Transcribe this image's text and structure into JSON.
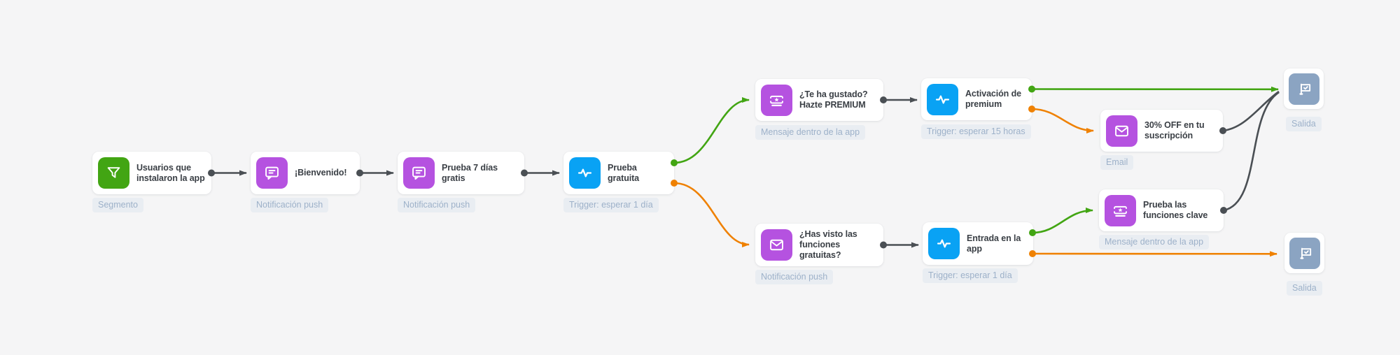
{
  "canvas": {
    "background": "#f5f5f6",
    "card_background": "#ffffff"
  },
  "colors": {
    "segment_green": "#42a513",
    "message_purple": "#b552e0",
    "trigger_blue": "#09a2f4",
    "exit_slate": "#8ba4c2",
    "edge_dark": "#4a4f54",
    "edge_green": "#42a513",
    "edge_orange": "#ef8102",
    "badge_background": "#e9edf2",
    "badge_text": "#9db1c9",
    "node_title_text": "#3a3f45"
  },
  "nodes": [
    {
      "id": "segment",
      "title": "Usuarios que instalaron la app",
      "caption": "Segmento",
      "icon": "filter-icon",
      "icon_color": "#42a513"
    },
    {
      "id": "welcome-push",
      "title": "¡Bienvenido!",
      "caption": "Notificación push",
      "icon": "push-message-icon",
      "icon_color": "#b552e0"
    },
    {
      "id": "trial-push",
      "title": "Prueba 7 días gratis",
      "caption": "Notificación push",
      "icon": "push-message-icon",
      "icon_color": "#b552e0"
    },
    {
      "id": "trial-trigger",
      "title": "Prueba gratuita",
      "caption": "Trigger: esperar 1 día",
      "icon": "trigger-pulse-icon",
      "icon_color": "#09a2f4"
    },
    {
      "id": "premium-inapp",
      "title": "¿Te ha gustado? Hazte PREMIUM",
      "caption": "Mensaje dentro de la app",
      "icon": "ticket-icon",
      "icon_color": "#b552e0"
    },
    {
      "id": "premium-trigger",
      "title": "Activación de premium",
      "caption": "Trigger: esperar 15 horas",
      "icon": "trigger-pulse-icon",
      "icon_color": "#09a2f4"
    },
    {
      "id": "discount-email",
      "title": "30% OFF en tu suscripción",
      "caption": "Email",
      "icon": "envelope-icon",
      "icon_color": "#b552e0"
    },
    {
      "id": "features-inapp",
      "title": "Prueba las funciones clave",
      "caption": "Mensaje dentro de la app",
      "icon": "ticket-icon",
      "icon_color": "#b552e0"
    },
    {
      "id": "features-push",
      "title": "¿Has visto las funciones gratuitas?",
      "caption": "Notificación push",
      "icon": "envelope-icon",
      "icon_color": "#b552e0"
    },
    {
      "id": "app-entry-trigger",
      "title": "Entrada en la app",
      "caption": "Trigger: esperar 1 día",
      "icon": "trigger-pulse-icon",
      "icon_color": "#09a2f4"
    },
    {
      "id": "exit-top",
      "title": "",
      "caption": "Salida",
      "icon": "flag-icon",
      "icon_color": "#8ba4c2"
    },
    {
      "id": "exit-bottom",
      "title": "",
      "caption": "Salida",
      "icon": "flag-icon",
      "icon_color": "#8ba4c2"
    }
  ],
  "edges": [
    {
      "from": "segment",
      "to": "welcome-push",
      "color": "dark"
    },
    {
      "from": "welcome-push",
      "to": "trial-push",
      "color": "dark"
    },
    {
      "from": "trial-push",
      "to": "trial-trigger",
      "color": "dark"
    },
    {
      "from": "trial-trigger",
      "to": "premium-inapp",
      "color": "green"
    },
    {
      "from": "trial-trigger",
      "to": "features-push",
      "color": "orange"
    },
    {
      "from": "premium-inapp",
      "to": "premium-trigger",
      "color": "dark"
    },
    {
      "from": "premium-trigger",
      "to": "exit-top",
      "color": "green"
    },
    {
      "from": "premium-trigger",
      "to": "discount-email",
      "color": "orange"
    },
    {
      "from": "discount-email",
      "to": "exit-top",
      "color": "dark"
    },
    {
      "from": "features-inapp",
      "to": "exit-top",
      "color": "dark"
    },
    {
      "from": "features-push",
      "to": "app-entry-trigger",
      "color": "dark"
    },
    {
      "from": "app-entry-trigger",
      "to": "features-inapp",
      "color": "green"
    },
    {
      "from": "app-entry-trigger",
      "to": "exit-bottom",
      "color": "orange"
    }
  ]
}
